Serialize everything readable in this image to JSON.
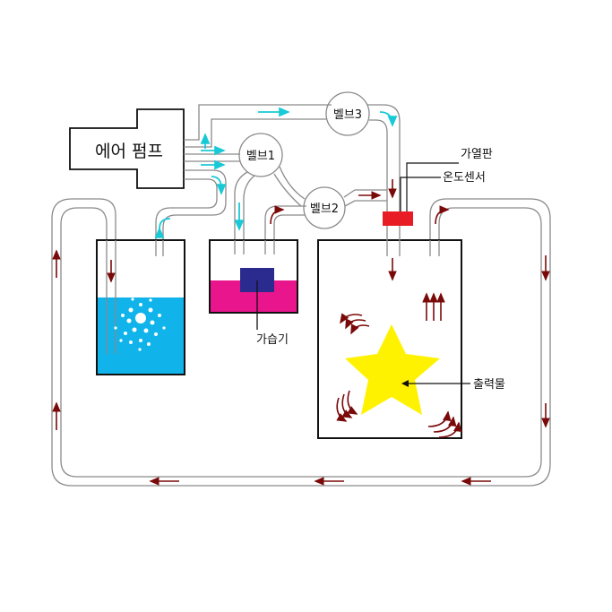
{
  "labels": {
    "air_pump": "에어 펌프",
    "valve1": "벨브1",
    "valve2": "벨브2",
    "valve3": "벨브3",
    "heater": "가열판",
    "temp_sensor": "온도센서",
    "humidifier": "가습기",
    "output": "출력물"
  },
  "colors": {
    "water": "#10b4ea",
    "humidifier_liquid": "#e8158c",
    "humidifier_block": "#2b2b8f",
    "heater_plate": "#e81c24",
    "star": "#fff200",
    "flow_red": "#7a0a0a",
    "flow_cyan": "#19c9d6",
    "pipe": "#8a8a8a"
  }
}
